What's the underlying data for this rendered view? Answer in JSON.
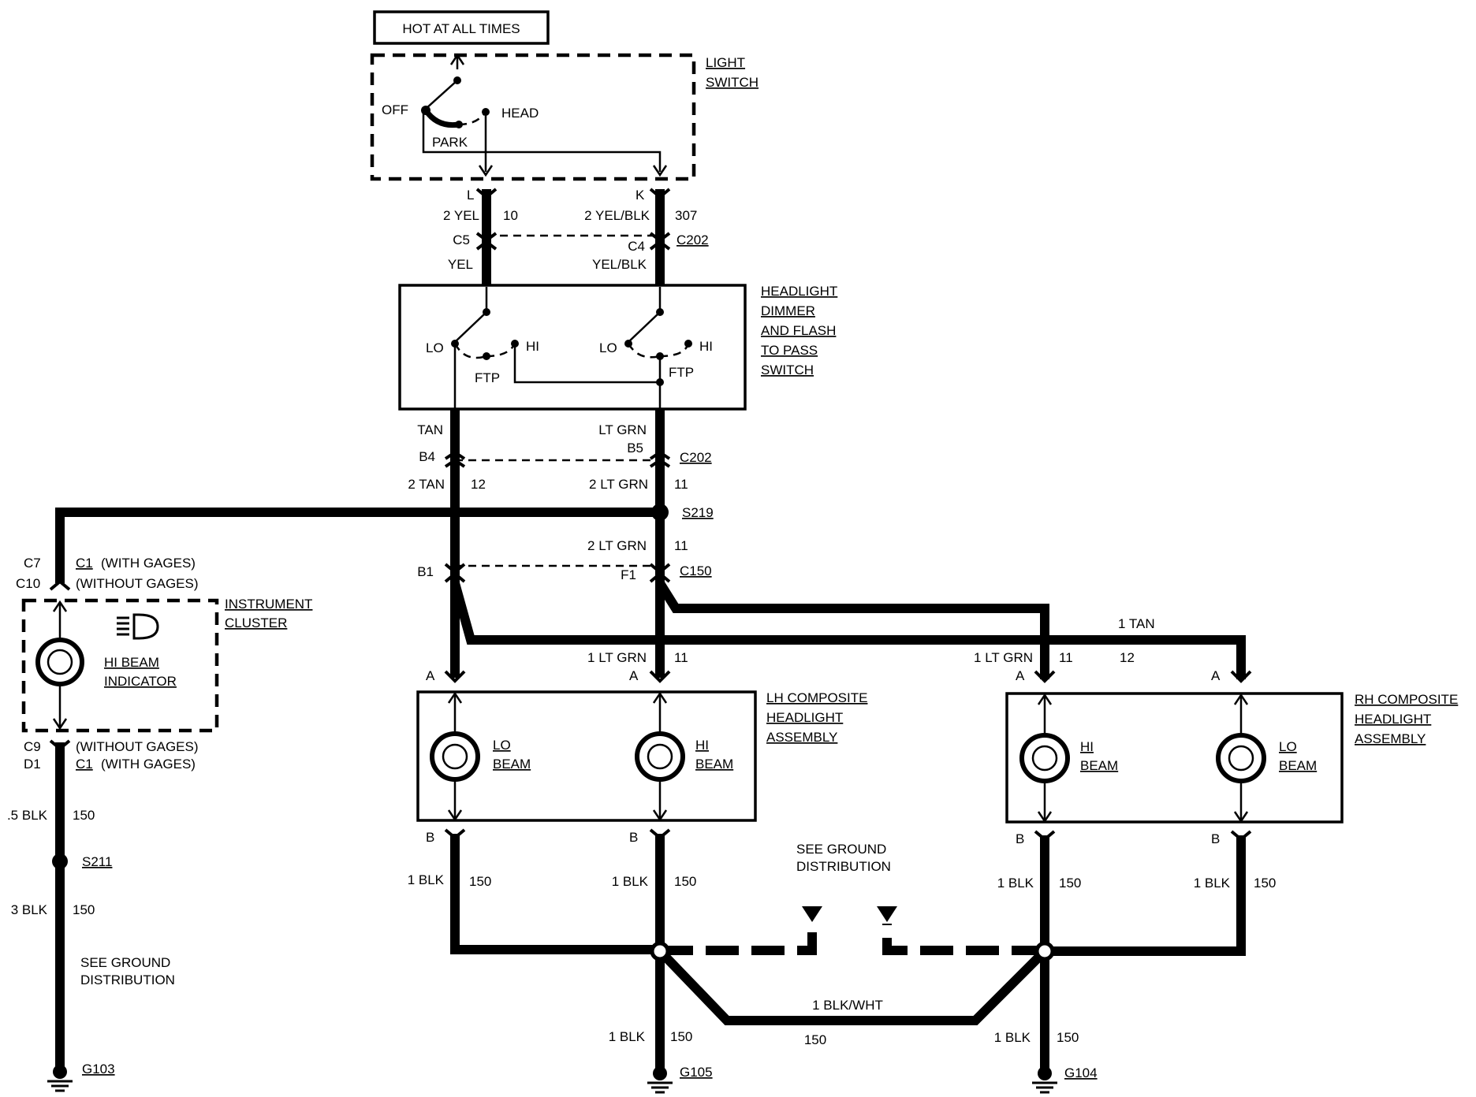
{
  "top": {
    "hot_at_all_times": "HOT AT ALL TIMES"
  },
  "light_switch": {
    "title_1": "LIGHT",
    "title_2": "SWITCH",
    "off": "OFF",
    "head": "HEAD",
    "park": "PARK",
    "pin_l": "L",
    "pin_k": "K"
  },
  "wires_top": {
    "left_wire": "2 YEL",
    "left_circuit": "10",
    "right_wire": "2 YEL/BLK",
    "right_circuit": "307",
    "c5": "C5",
    "c4": "C4",
    "c202": "C202",
    "left_color": "YEL",
    "right_color": "YEL/BLK"
  },
  "dimmer": {
    "title_1": "HEADLIGHT",
    "title_2": "DIMMER",
    "title_3": "AND FLASH",
    "title_4": "TO PASS",
    "title_5": "SWITCH",
    "lo_left": "LO",
    "hi_left": "HI",
    "ftp_left": "FTP",
    "lo_right": "LO",
    "hi_right": "HI",
    "ftp_right": "FTP"
  },
  "wires_mid": {
    "tan": "TAN",
    "lt_grn": "LT GRN",
    "b4": "B4",
    "b5": "B5",
    "c202": "C202",
    "left_wire": "2 TAN",
    "left_circuit": "12",
    "right_wire": "2 LT GRN",
    "right_circuit": "11",
    "s219": "S219",
    "right_wire_2": "2 LT GRN",
    "right_circuit_2": "11",
    "b1": "B1",
    "f1": "F1",
    "c150": "C150",
    "tan_rh": "1 TAN",
    "tan_rh_circuit": "12",
    "ltgrn_lh": "1 LT GRN",
    "ltgrn_lh_circuit": "11",
    "ltgrn_rh": "1 LT GRN",
    "ltgrn_rh_circuit": "11"
  },
  "cluster": {
    "c7": "C7",
    "c10": "C10",
    "c1_with": "C1",
    "with_gages": "(WITH GAGES)",
    "without_gages": "(WITHOUT GAGES)",
    "title_1": "INSTRUMENT",
    "title_2": "CLUSTER",
    "hi_beam_1": "HI BEAM",
    "hi_beam_2": "INDICATOR",
    "c9": "C9",
    "d1": "D1",
    "without_gages_b": "(WITHOUT GAGES)",
    "c1_with_b": "C1",
    "with_gages_b": "(WITH GAGES)",
    "wire1": ".5 BLK",
    "wire1_circuit": "150",
    "s211": "S211",
    "wire2": "3 BLK",
    "wire2_circuit": "150",
    "ground_1": "SEE GROUND",
    "ground_2": "DISTRIBUTION",
    "g103": "G103"
  },
  "lh_headlight": {
    "title_1": "LH COMPOSITE",
    "title_2": "HEADLIGHT",
    "title_3": "ASSEMBLY",
    "lo_1": "LO",
    "lo_2": "BEAM",
    "hi_1": "HI",
    "hi_2": "BEAM",
    "pin_a": "A",
    "pin_b": "B"
  },
  "rh_headlight": {
    "title_1": "RH COMPOSITE",
    "title_2": "HEADLIGHT",
    "title_3": "ASSEMBLY",
    "hi_1": "HI",
    "hi_2": "BEAM",
    "lo_1": "LO",
    "lo_2": "BEAM",
    "pin_a": "A",
    "pin_b": "B"
  },
  "grounds": {
    "blk": "1 BLK",
    "circuit": "150",
    "see_ground_1": "SEE GROUND",
    "see_ground_2": "DISTRIBUTION",
    "blk_wht": "1 BLK/WHT",
    "blk_wht_circuit": "150",
    "g105": "G105",
    "g104": "G104"
  }
}
